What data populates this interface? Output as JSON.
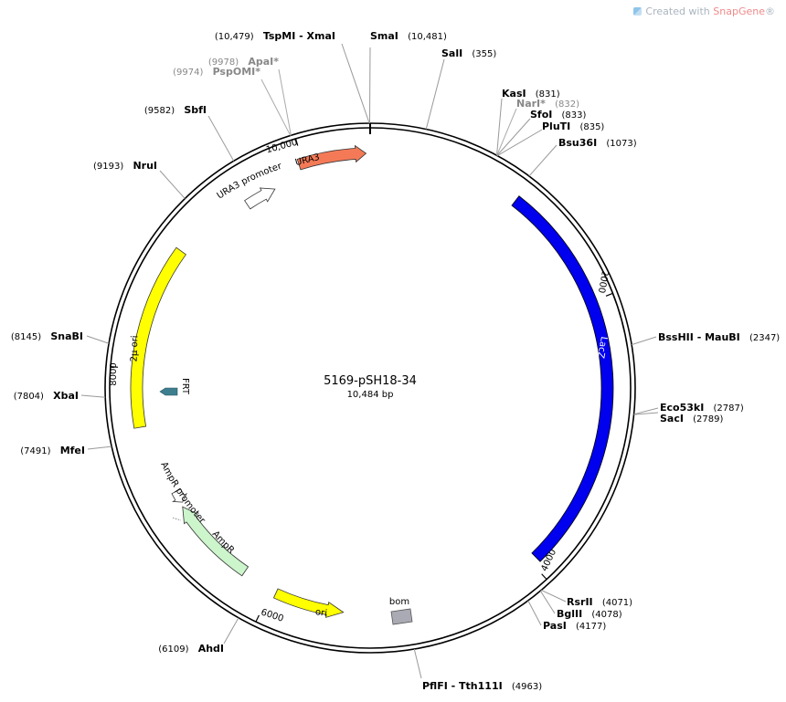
{
  "watermark": {
    "prefix": "Created with ",
    "brand": "SnapGene",
    "suffix": "®"
  },
  "plasmid": {
    "name": "5169-pSH18-34",
    "length_label": "10,484 bp",
    "length": 10484
  },
  "ticks": [
    {
      "pos": 2000,
      "label": "2000"
    },
    {
      "pos": 4000,
      "label": "4000"
    },
    {
      "pos": 6000,
      "label": "6000"
    },
    {
      "pos": 8000,
      "label": "8000"
    },
    {
      "pos": 10000,
      "label": "10,000"
    }
  ],
  "features": [
    {
      "id": "lacz",
      "name": "LacZ",
      "start": 1100,
      "end": 3950,
      "color": "#0000ee",
      "kind": "band"
    },
    {
      "id": "ura3",
      "name": "URA3",
      "start": 9970,
      "end": 10455,
      "color": "#f47a57",
      "kind": "arrow"
    },
    {
      "id": "ura3-promoter",
      "name": "URA3 promoter",
      "start": 9500,
      "end": 9740,
      "color": "#ffffff",
      "kind": "arrow"
    },
    {
      "id": "two-micron-ori",
      "name": "2μ ori",
      "start": 7580,
      "end": 8910,
      "color": "#ffff00",
      "kind": "band"
    },
    {
      "id": "ampr",
      "name": "AmpR",
      "start": 6240,
      "end": 6920,
      "color": "#ccf5cc",
      "kind": "arrow"
    },
    {
      "id": "ampr-promoter",
      "name": "AmpR promoter",
      "start": 6950,
      "end": 7045,
      "color": "#ffffff",
      "kind": "arrow"
    },
    {
      "id": "ori",
      "name": "ori",
      "start": 5440,
      "end": 5960,
      "color": "#ffff00",
      "kind": "arrow"
    },
    {
      "id": "frt",
      "name": "FRT",
      "kind": "marker",
      "color": "#3d7f8f"
    },
    {
      "id": "bom",
      "name": "bom",
      "kind": "box",
      "color": "#a9aab3"
    }
  ],
  "sites": [
    {
      "id": "smai",
      "name": "SmaI",
      "pos_label": "(10,481)",
      "pos": 10481,
      "grey": false
    },
    {
      "id": "tspmi-xmai",
      "name": "TspMI - XmaI",
      "pos_label": "(10,479)",
      "pos": 10479,
      "grey": false
    },
    {
      "id": "apai",
      "name": "ApaI*",
      "pos_label": "(9978)",
      "pos": 9978,
      "grey": true
    },
    {
      "id": "pspomi",
      "name": "PspOMI*",
      "pos_label": "(9974)",
      "pos": 9974,
      "grey": true
    },
    {
      "id": "sbfi",
      "name": "SbfI",
      "pos_label": "(9582)",
      "pos": 9582,
      "grey": false
    },
    {
      "id": "nrui",
      "name": "NruI",
      "pos_label": "(9193)",
      "pos": 9193,
      "grey": false
    },
    {
      "id": "snabi",
      "name": "SnaBI",
      "pos_label": "(8145)",
      "pos": 8145,
      "grey": false
    },
    {
      "id": "xbai",
      "name": "XbaI",
      "pos_label": "(7804)",
      "pos": 7804,
      "grey": false
    },
    {
      "id": "mfei",
      "name": "MfeI",
      "pos_label": "(7491)",
      "pos": 7491,
      "grey": false
    },
    {
      "id": "ahdi",
      "name": "AhdI",
      "pos_label": "(6109)",
      "pos": 6109,
      "grey": false
    },
    {
      "id": "sali",
      "name": "SalI",
      "pos_label": "(355)",
      "pos": 355,
      "grey": false
    },
    {
      "id": "kasi",
      "name": "KasI",
      "pos_label": "(831)",
      "pos": 831,
      "grey": false
    },
    {
      "id": "nari",
      "name": "NarI*",
      "pos_label": "(832)",
      "pos": 832,
      "grey": true
    },
    {
      "id": "sfoi",
      "name": "SfoI",
      "pos_label": "(833)",
      "pos": 833,
      "grey": false
    },
    {
      "id": "pluti",
      "name": "PluTI",
      "pos_label": "(835)",
      "pos": 835,
      "grey": false
    },
    {
      "id": "bsu36i",
      "name": "Bsu36I",
      "pos_label": "(1073)",
      "pos": 1073,
      "grey": false
    },
    {
      "id": "bsshii-maubi",
      "name": "BssHII - MauBI",
      "pos_label": "(2347)",
      "pos": 2347,
      "grey": false
    },
    {
      "id": "eco53ki",
      "name": "Eco53kI",
      "pos_label": "(2787)",
      "pos": 2787,
      "grey": false
    },
    {
      "id": "saci",
      "name": "SacI",
      "pos_label": "(2789)",
      "pos": 2789,
      "grey": false
    },
    {
      "id": "rsrii",
      "name": "RsrII",
      "pos_label": "(4071)",
      "pos": 4071,
      "grey": false
    },
    {
      "id": "bglii",
      "name": "BglII",
      "pos_label": "(4078)",
      "pos": 4078,
      "grey": false
    },
    {
      "id": "pasi",
      "name": "PasI",
      "pos_label": "(4177)",
      "pos": 4177,
      "grey": false
    },
    {
      "id": "pflfi-tth111i",
      "name": "PflFI - Tth111I",
      "pos_label": "(4963)",
      "pos": 4963,
      "grey": false
    }
  ]
}
